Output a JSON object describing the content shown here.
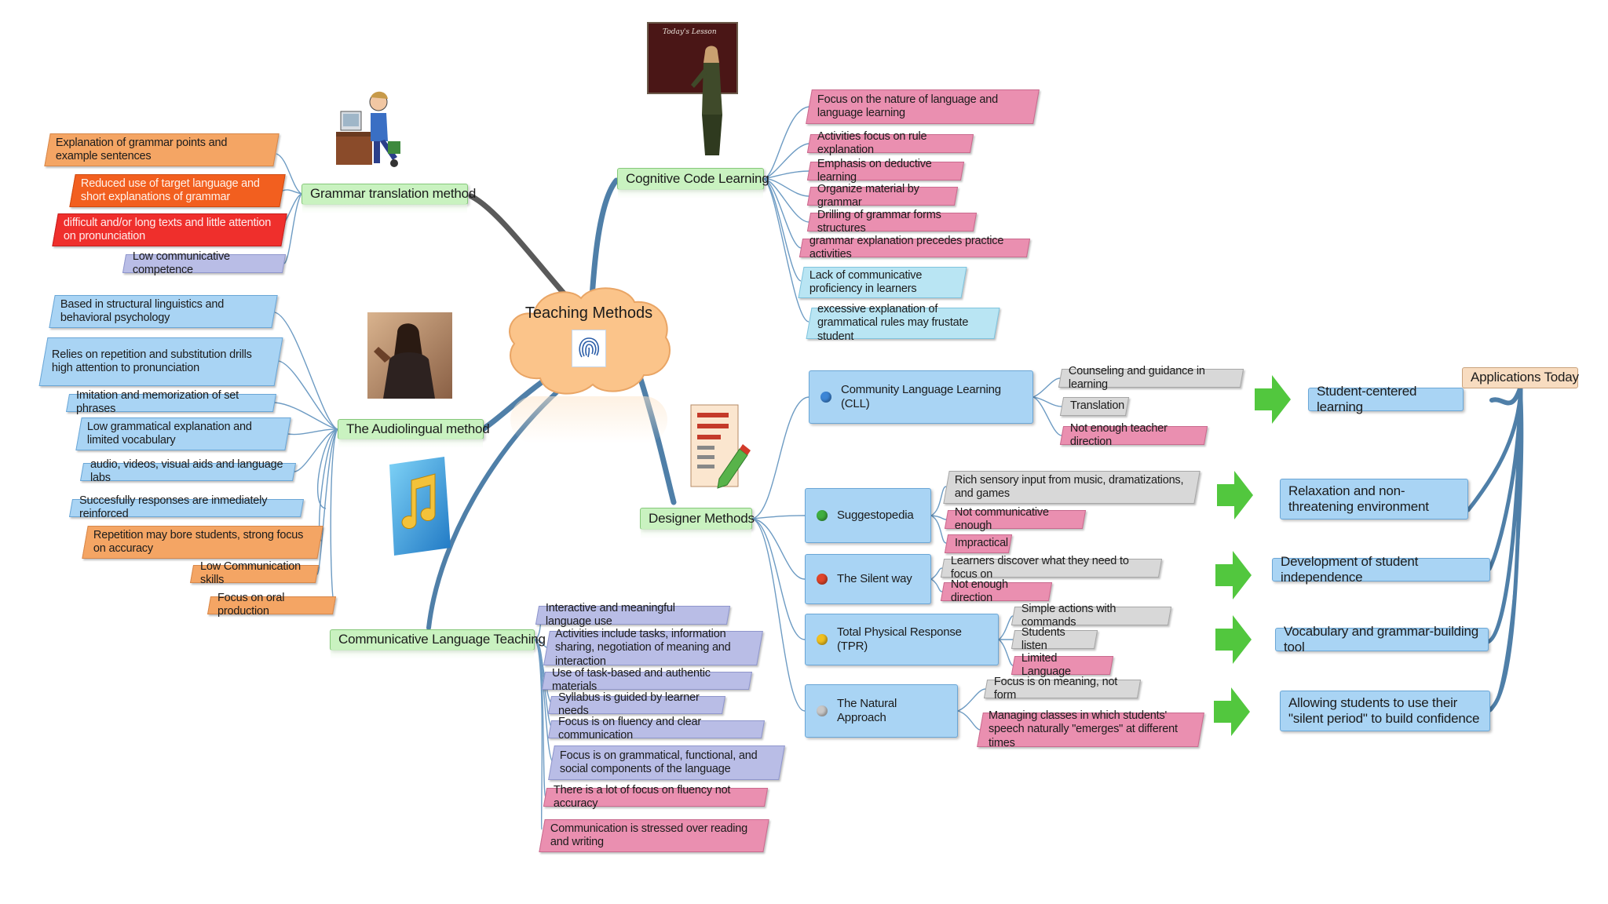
{
  "central": {
    "title": "Teaching Methods",
    "icon": "fingerprint-icon"
  },
  "grammar_translation": {
    "title": "Grammar translation method",
    "items": [
      "Explanation of grammar points and example sentences",
      "Reduced use of target language and short explanations of grammar",
      "difficult and/or long texts and little attention on pronunciation",
      "Low communicative competence"
    ]
  },
  "audiolingual": {
    "title": "The Audiolingual method",
    "items": [
      "Based in structural linguistics and behavioral psychology",
      "Relies on repetition and substitution drills high attention to pronunciation",
      "Imitation and memorization of set phrases",
      "Low grammatical explanation and limited vocabulary",
      "audio, videos, visual aids and language labs",
      "Succesfully responses are inmediately reinforced",
      "Repetition may bore students, strong focus on accuracy",
      "Low Communication skills",
      "Focus on oral production"
    ]
  },
  "cognitive_code": {
    "title": "Cognitive Code Learning",
    "items": [
      "Focus on the nature of language and language learning",
      "Activities focus on rule explanation",
      "Emphasis on deductive learning",
      "Organize material by grammar",
      "Drilling of grammar forms structures",
      "grammar explanation precedes practice activities",
      "Lack of communicative proficiency in learners",
      "excessive explanation of grammatical rules may frustate student"
    ]
  },
  "communicative": {
    "title": "Communicative Language Teaching",
    "items": [
      "Interactive and meaningful language use",
      "Activities include tasks, information sharing, negotiation of meaning and interaction",
      "Use of task-based and authentic materials",
      "Syllabus is guided by learner needs",
      "Focus is on fluency and clear communication",
      "Focus is on grammatical, functional, and social components of the language",
      "There is a lot of focus on fluency not accuracy",
      "Communication is stressed over reading and writing"
    ]
  },
  "designer": {
    "title": "Designer Methods",
    "methods": [
      {
        "name": "Community Language Learning (CLL)",
        "dot_color": "#3d86d6",
        "items": [
          "Counseling and guidance in learning",
          "Translation",
          "Not enough teacher direction"
        ]
      },
      {
        "name": "Suggestopedia",
        "dot_color": "#3fae3f",
        "items": [
          "Rich sensory input from music, dramatizations, and games",
          "Not communicative enough",
          "Impractical"
        ]
      },
      {
        "name": "The Silent way",
        "dot_color": "#e0452a",
        "items": [
          "Learners discover what they need to focus on",
          "Not enough direction"
        ]
      },
      {
        "name": "Total Physical Response (TPR)",
        "dot_color": "#f0c020",
        "items": [
          "Simple actions with commands",
          "Students listen",
          "Limited Language"
        ]
      },
      {
        "name": "The Natural Approach",
        "dot_color": "#c8c8c8",
        "items": [
          "Focus is on meaning, not form",
          "Managing classes in which students' speech naturally \"emerges\" at different times"
        ]
      }
    ]
  },
  "applications": {
    "title": "Applications Today",
    "items": [
      "Student-centered learning",
      "Relaxation and non-threatening environment",
      "Development of student independence",
      "Vocabulary and grammar-building tool",
      "Allowing students to use their \"silent period\" to build confidence"
    ]
  },
  "images": {
    "chalkboard_text": "Today's Lesson",
    "icons": [
      "teacher-at-computer-illustration",
      "teacher-at-chalkboard-photo",
      "woman-speaking-photo",
      "music-note-icon",
      "document-pencil-icon",
      "green-arrow-icon"
    ]
  },
  "colors": {
    "branch_line": "#4f7fa8",
    "header_green": "#c9f2c0",
    "leaf_blue": "#a9d4f4",
    "leaf_pink": "#ea8fb0",
    "leaf_orange": "#f4a564",
    "leaf_red": "#ef2f2c",
    "leaf_lavender": "#b9bde6",
    "cloud": "#fbc48a",
    "arrow_green": "#52c73e"
  }
}
